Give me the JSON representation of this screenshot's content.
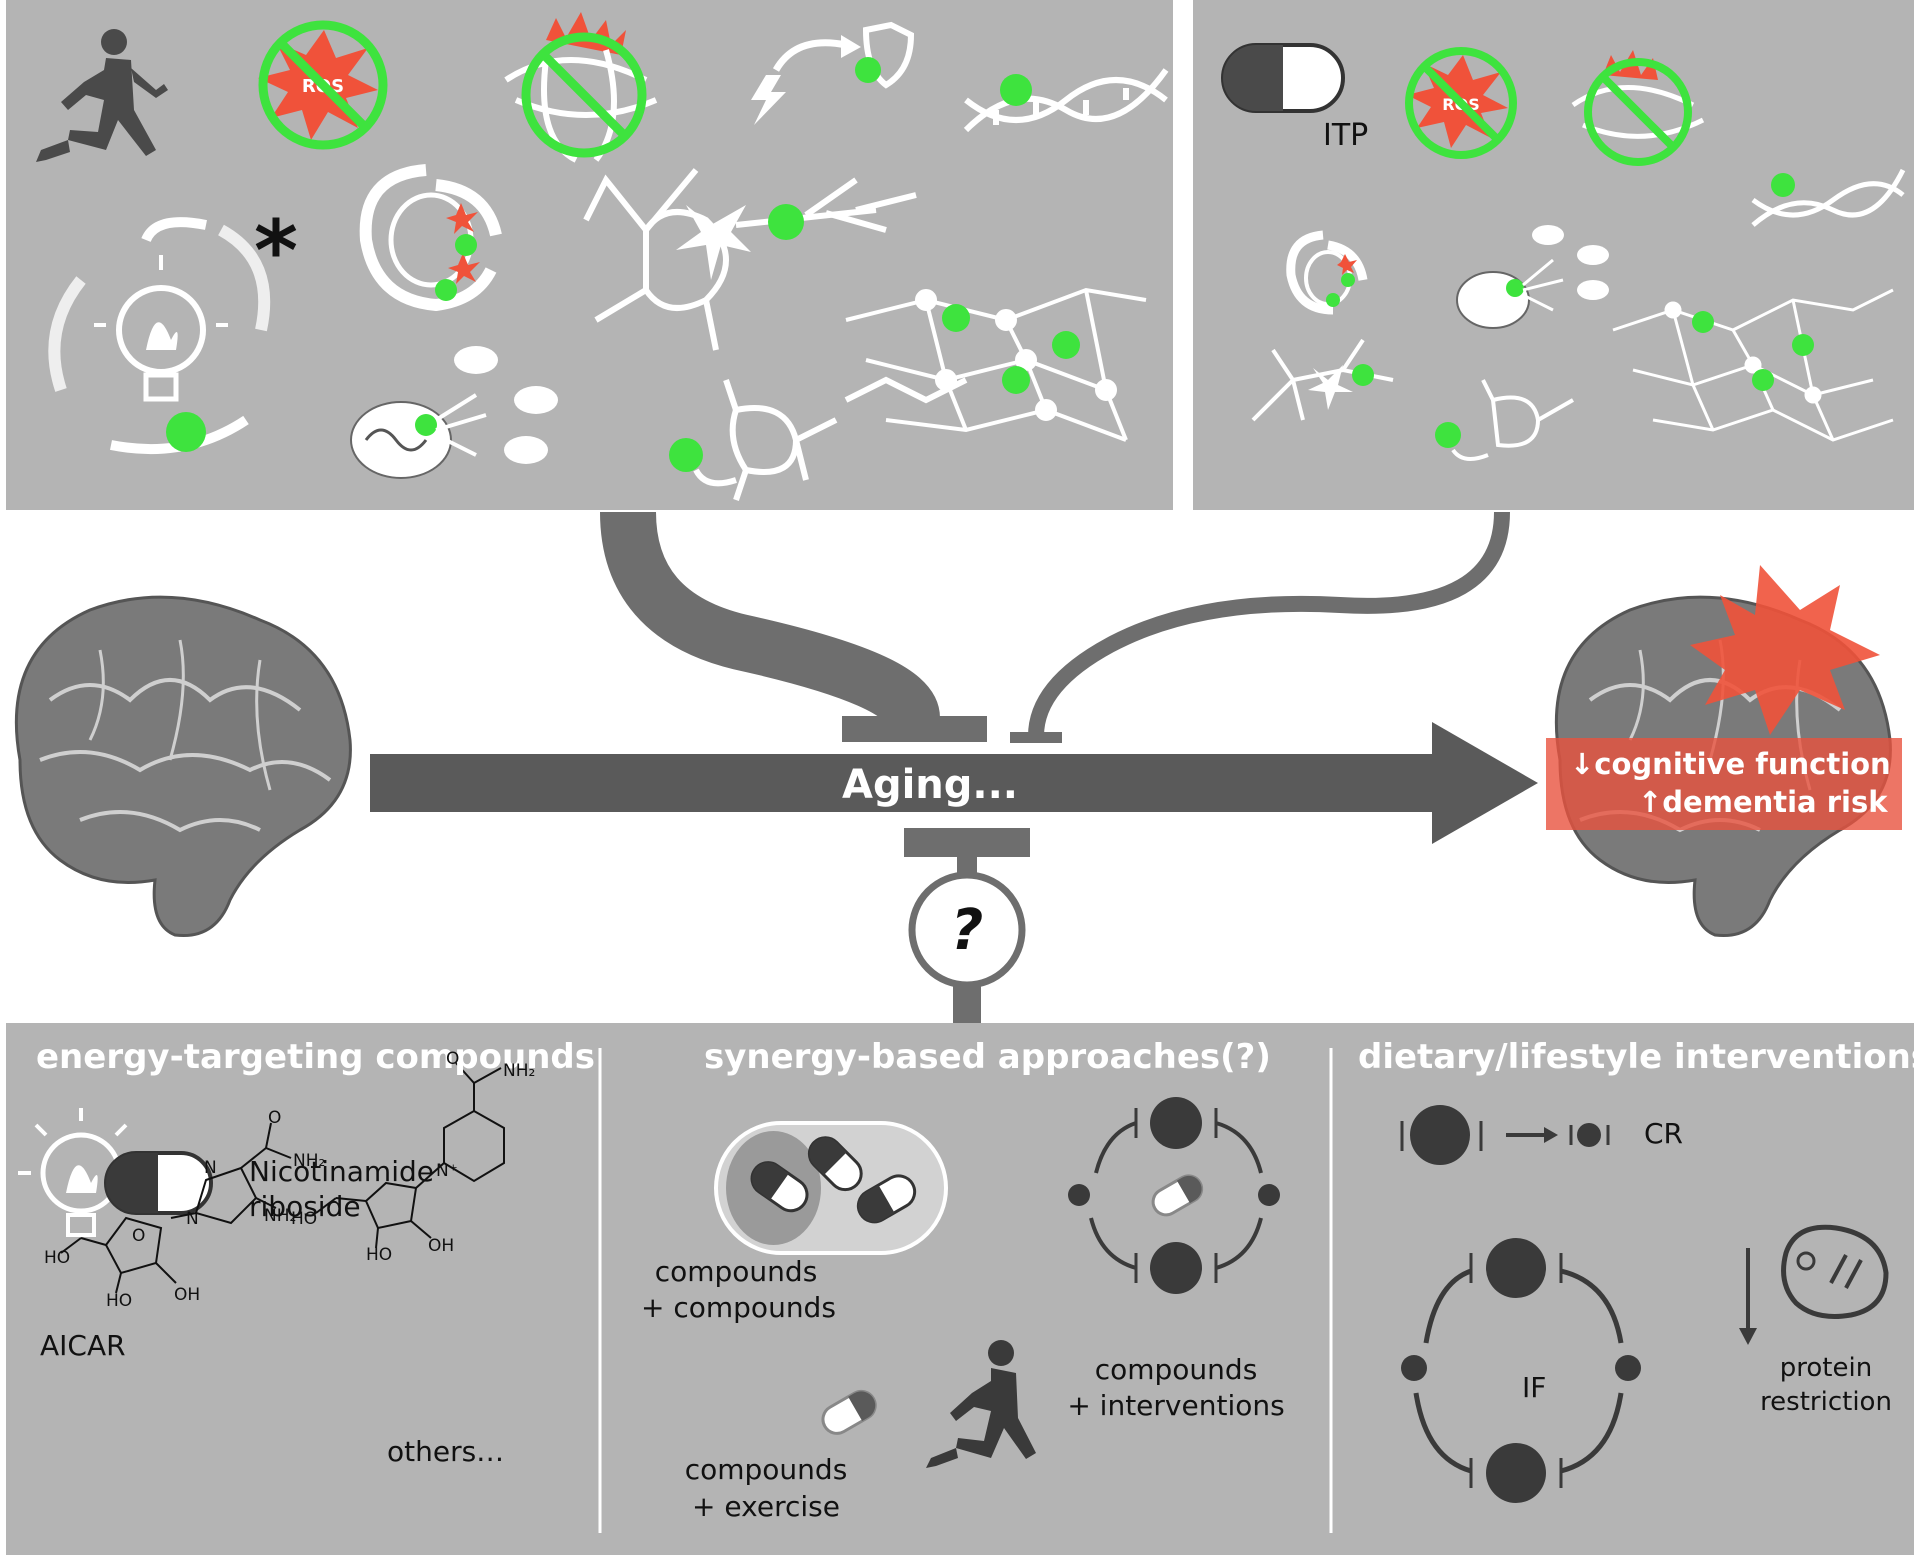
{
  "top_panels": {
    "itp_label": "ITP",
    "ros_label": "ROS",
    "asterisk": "*"
  },
  "central": {
    "aging_label": "Aging...",
    "unknown_symbol": "?",
    "outcome_line1": "↓cognitive function",
    "outcome_line2": "↑dementia risk"
  },
  "bottom": {
    "energy": {
      "header": "energy-targeting compounds",
      "compound1_line1": "Nicotinamide",
      "compound1_line2": "riboside",
      "compound2": "AICAR",
      "others": "others…",
      "nr_atoms": {
        "nh2": "NH₂",
        "o": "O",
        "nplus": "N⁺",
        "ho1": "HO",
        "ho2": "HO",
        "oh": "OH"
      },
      "aicar_atoms": {
        "o": "O",
        "n1": "N",
        "n2": "N",
        "nh2a": "NH₂",
        "nh2b": "NH₂",
        "o2": "O",
        "ho1": "HO",
        "ho2": "HO",
        "oh": "OH"
      }
    },
    "synergy": {
      "header": "synergy-based approaches(?)",
      "item1_line1": "compounds",
      "item1_line2": "+ compounds",
      "item2_line1": "compounds",
      "item2_line2": "+ interventions",
      "item3_line1": "compounds",
      "item3_line2": "+ exercise"
    },
    "dietary": {
      "header": "dietary/lifestyle interventions",
      "cr_label": "CR",
      "if_label": "IF",
      "protein_line1": "protein",
      "protein_line2": "restriction"
    }
  },
  "colors": {
    "panel_gray": "#b4b4b4",
    "dark_gray": "#5a5a5a",
    "green": "#3ee33e",
    "red": "#f0523a",
    "white": "#ffffff"
  }
}
